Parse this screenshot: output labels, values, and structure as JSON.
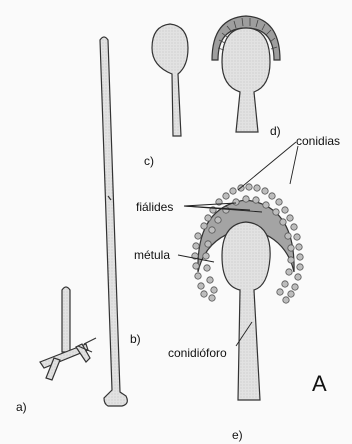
{
  "panel_labels": {
    "a": "a)",
    "b": "b)",
    "c": "c)",
    "d": "d)",
    "e": "e)"
  },
  "annotations": {
    "conidias": "conidias",
    "fialides": "fiálides",
    "metula": "métula",
    "conidioforo": "conidióforo"
  },
  "figure_letter": "A",
  "colors": {
    "ink": "#333333",
    "hyphae_fill": "#e2e2e2",
    "spore_fill": "#bdbdbd",
    "background": "#fafafa"
  }
}
